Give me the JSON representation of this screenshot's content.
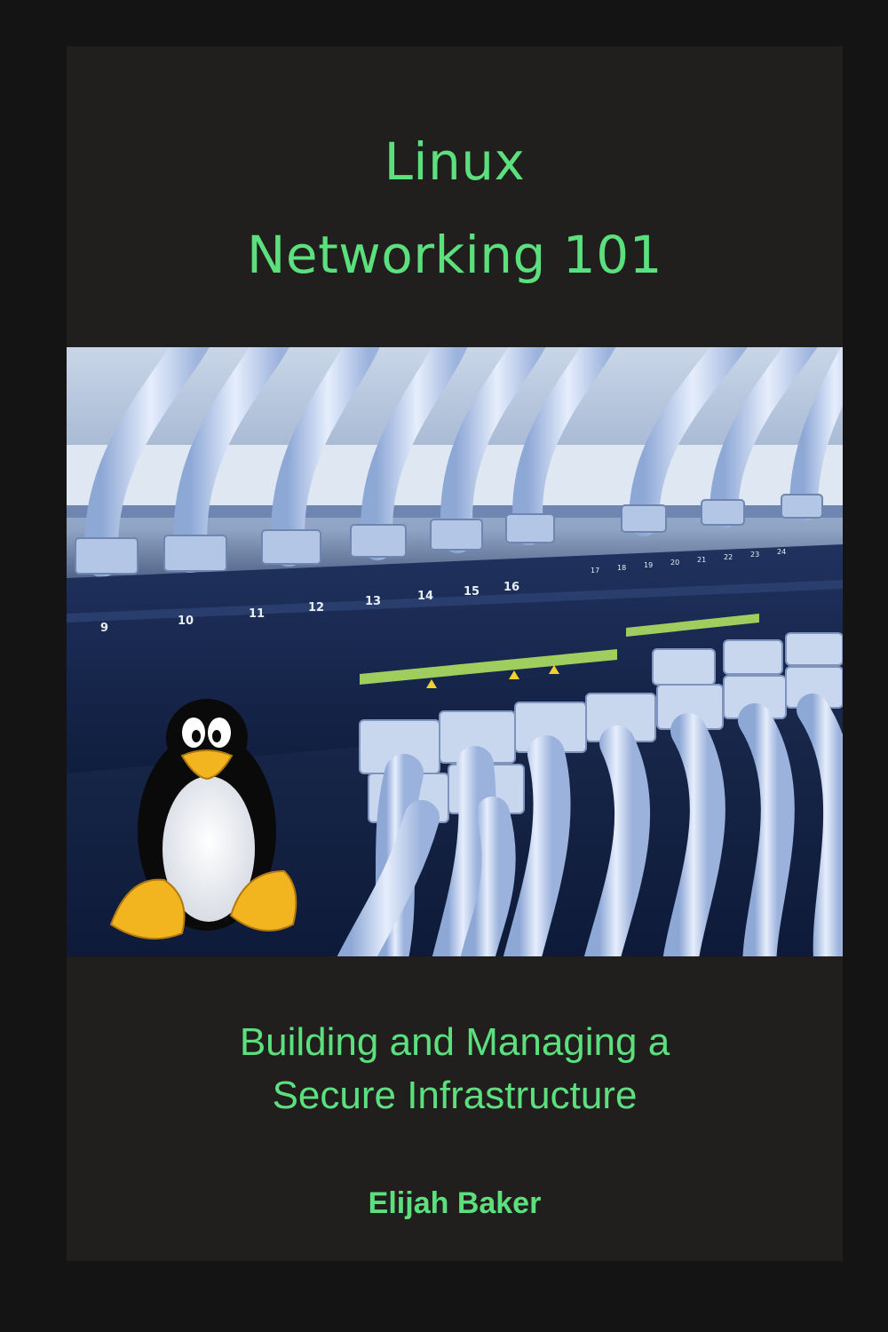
{
  "cover": {
    "title_line1": "Linux",
    "title_line2": "Networking 101",
    "subtitle_line1": "Building and Managing a",
    "subtitle_line2": "Secure Infrastructure",
    "author": "Elijah Baker",
    "colors": {
      "background": "#201f1e",
      "frame": "#141414",
      "text_green": "#5be07d"
    }
  },
  "photo": {
    "port_numbers": [
      "9",
      "10",
      "11",
      "12",
      "13",
      "14",
      "15",
      "16",
      "17",
      "18",
      "19",
      "20",
      "21",
      "22",
      "23",
      "24"
    ],
    "mascot_icon": "penguin-icon"
  }
}
